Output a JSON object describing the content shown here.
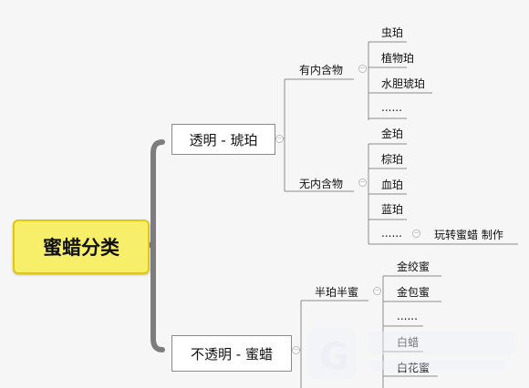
{
  "root": {
    "label": "蜜蜡分类"
  },
  "transparent": {
    "label": "透明 - 琥珀",
    "with_inclusions": {
      "label": "有内含物",
      "items": [
        "虫珀",
        "植物珀",
        "水胆琥珀",
        "......"
      ]
    },
    "without_inclusions": {
      "label": "无内含物",
      "items": [
        "金珀",
        "棕珀",
        "血珀",
        "蓝珀",
        "......"
      ]
    }
  },
  "note": {
    "label": "玩转蜜蜡 制作"
  },
  "opaque": {
    "label": "不透明 - 蜜蜡",
    "semi": {
      "label": "半珀半蜜",
      "items": [
        "金绞蜜",
        "金包蜜",
        "......",
        "白蜡",
        "白花蜜"
      ]
    }
  },
  "colors": {
    "root_fill": "#f7ef6a",
    "root_border": "#e1c70e",
    "connector": "#8c8c8c",
    "trunk": "#7d7d7d"
  },
  "icons": {
    "collapse": "collapse-circle-icon"
  }
}
